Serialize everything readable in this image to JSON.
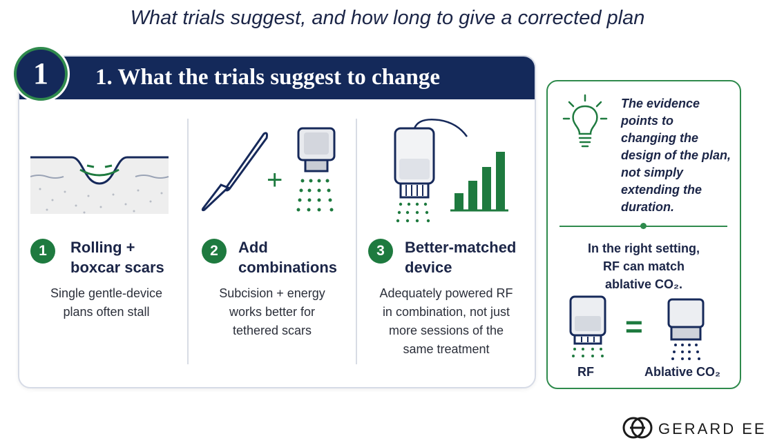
{
  "subtitle": "What trials suggest, and how long to give a corrected plan",
  "section": {
    "badge": "1",
    "title": "1. What the trials suggest to change"
  },
  "columns": [
    {
      "number": "1",
      "title_line1": "Rolling +",
      "title_line2": "boxcar scars",
      "desc": [
        "Single gentle-device",
        "plans often stall"
      ],
      "icon": "skin-scar-cross-section-icon"
    },
    {
      "number": "2",
      "title_line1": "Add",
      "title_line2": "combinations",
      "desc": [
        "Subcision + energy",
        "works better for",
        "tethered scars"
      ],
      "icon": "scalpel-plus-device-icon",
      "plus": "+"
    },
    {
      "number": "3",
      "title_line1": "Better-matched",
      "title_line2": "device",
      "desc": [
        "Adequately powered RF",
        "in combination, not just",
        "more sessions of the",
        "same treatment"
      ],
      "icon": "device-bar-chart-icon"
    }
  ],
  "side": {
    "evidence": [
      "The evidence",
      "points to",
      "changing the",
      "design of the plan,",
      "not simply",
      "extending the",
      "duration."
    ],
    "rf_match": [
      "In the right setting,",
      "RF can match",
      "ablative CO₂."
    ],
    "equals": "=",
    "rf_label": "RF",
    "co2_label": "Ablative CO₂"
  },
  "brand": "GERARD EE",
  "colors": {
    "navy": "#14295a",
    "green": "#1e7a3f",
    "border": "#d6dbe6"
  }
}
